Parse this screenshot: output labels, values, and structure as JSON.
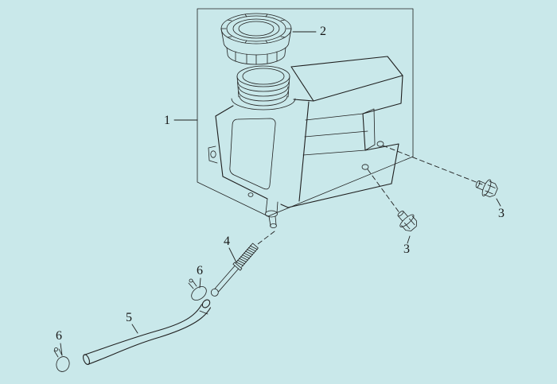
{
  "diagram": {
    "background_color": "#c9e8ea",
    "line_color": "#1f1f1f",
    "callouts": [
      {
        "label": "1",
        "name": "fuel-tank"
      },
      {
        "label": "2",
        "name": "tank-cap"
      },
      {
        "label": "3",
        "name": "flange-bolt-upper"
      },
      {
        "label": "3",
        "name": "flange-bolt-lower"
      },
      {
        "label": "4",
        "name": "fuel-strainer-screw"
      },
      {
        "label": "5",
        "name": "fuel-hose"
      },
      {
        "label": "6",
        "name": "hose-clamp-upper"
      },
      {
        "label": "6",
        "name": "hose-clamp-lower"
      }
    ]
  }
}
